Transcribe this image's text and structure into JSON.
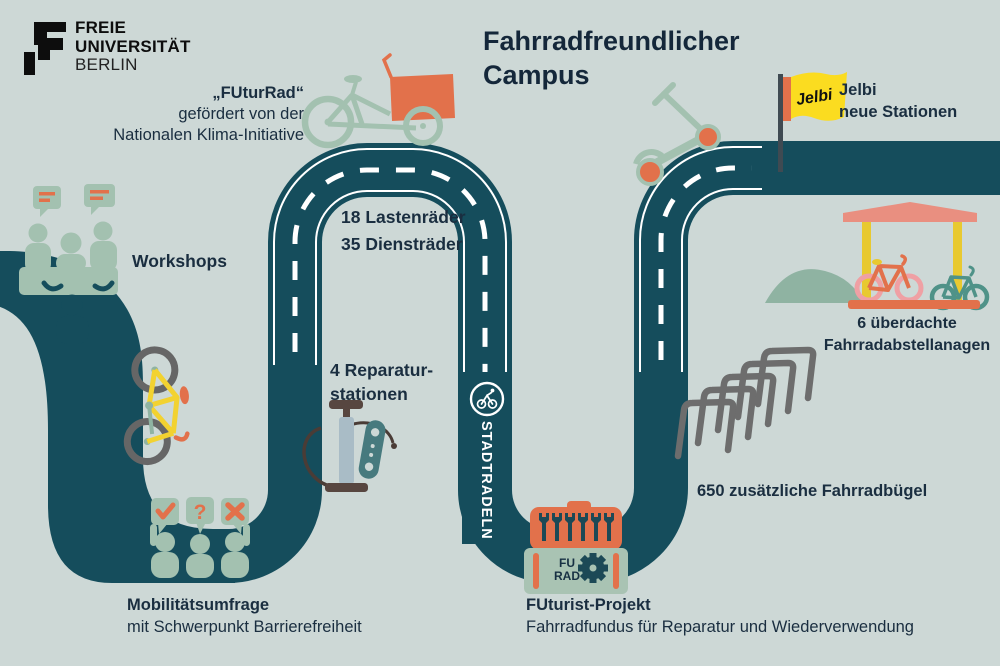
{
  "app": {
    "type": "infographic",
    "organization": "Freie Universität Berlin"
  },
  "colors": {
    "background": "#cdd8d6",
    "road": "#154d5c",
    "road_marking": "#ffffff",
    "sage": "#a3c1b0",
    "orange": "#e2714b",
    "bike_yellow": "#f2d230",
    "flag_yellow": "#fbdc20",
    "roof_salmon": "#e98f80",
    "wheel_pink": "#efa0a4",
    "teal_green": "#4f9288",
    "hill_green": "#8fb3a2",
    "rack_gray": "#6d6d6d",
    "pump_brown": "#574640",
    "pump_steel": "#a9bcc6",
    "text_dark": "#1a2e40"
  },
  "logo": {
    "line1": "FREIE",
    "line2": "UNIVERSITÄT",
    "line3": "BERLIN"
  },
  "title": {
    "line1": "Fahrradfreundlicher",
    "line2": "Campus"
  },
  "stations": {
    "futurrad": {
      "line1": "„FUturRad“",
      "line2": "gefördert von der",
      "line3": "Nationalen Klima-Initiative"
    },
    "workshops": {
      "label": "Workshops"
    },
    "fleet": {
      "line1": "18 Lastenräder",
      "line2": "35 Diensträder"
    },
    "repair": {
      "line1": "4 Reparatur-",
      "line2": "stationen"
    },
    "stadtradeln": {
      "label": "STADTRADELN"
    },
    "jelbi": {
      "flag_text": "Jelbi",
      "line1": "Jelbi",
      "line2": "neue Stationen"
    },
    "shelter": {
      "line1": "6 überdachte",
      "line2": "Fahrradabstellanagen"
    },
    "racks": {
      "label": "650 zusätzliche Fahrradbügel"
    },
    "survey": {
      "line1": "Mobilitätsumfrage",
      "line2": "mit Schwerpunkt Barrierefreiheit",
      "question_mark": "?"
    },
    "futurist": {
      "line1": "FUturist-Projekt",
      "line2": "Fahrradfundus für Reparatur und Wiederverwendung"
    },
    "toolbox": {
      "line1": "FU",
      "line2": "RAD"
    }
  },
  "icons": [
    "fu-berlin-logo",
    "speech-bubbles-icon",
    "workshop-people-icon",
    "fallen-bike-icon",
    "survey-boards-icon",
    "check-icon",
    "cross-icon",
    "air-pump-icon",
    "wrench-icon",
    "cargo-bike-icon",
    "stadtradeln-badge-icon",
    "e-scooter-icon",
    "jelbi-flag-icon",
    "bike-shelter-icon",
    "bike-racks-icon",
    "toolbox-icon",
    "gear-icon",
    "road-path"
  ]
}
